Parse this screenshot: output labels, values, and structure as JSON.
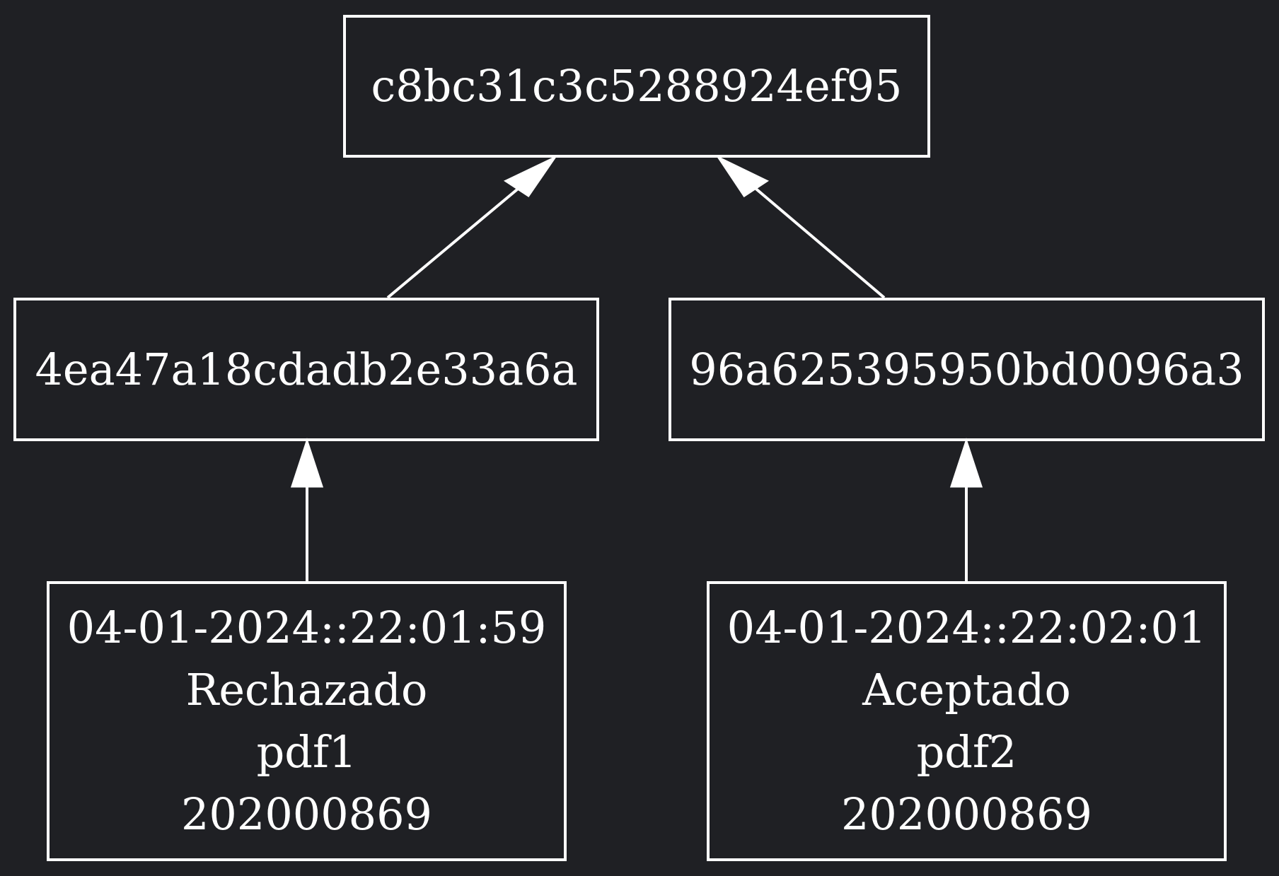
{
  "colors": {
    "background": "#1f2024",
    "stroke": "#ffffff",
    "text": "#ffffff"
  },
  "nodes": {
    "root": {
      "label": "c8bc31c3c5288924ef95"
    },
    "left": {
      "label": "4ea47a18cdadb2e33a6a"
    },
    "right": {
      "label": "96a625395950bd0096a3"
    },
    "leaf_left": {
      "timestamp": "04-01-2024::22:01:59",
      "status": "Rechazado",
      "file": "pdf1",
      "id": "202000869"
    },
    "leaf_right": {
      "timestamp": "04-01-2024::22:02:01",
      "status": "Aceptado",
      "file": "pdf2",
      "id": "202000869"
    }
  },
  "edges": [
    {
      "from": "left",
      "to": "root"
    },
    {
      "from": "right",
      "to": "root"
    },
    {
      "from": "leaf_left",
      "to": "left"
    },
    {
      "from": "leaf_right",
      "to": "right"
    }
  ]
}
